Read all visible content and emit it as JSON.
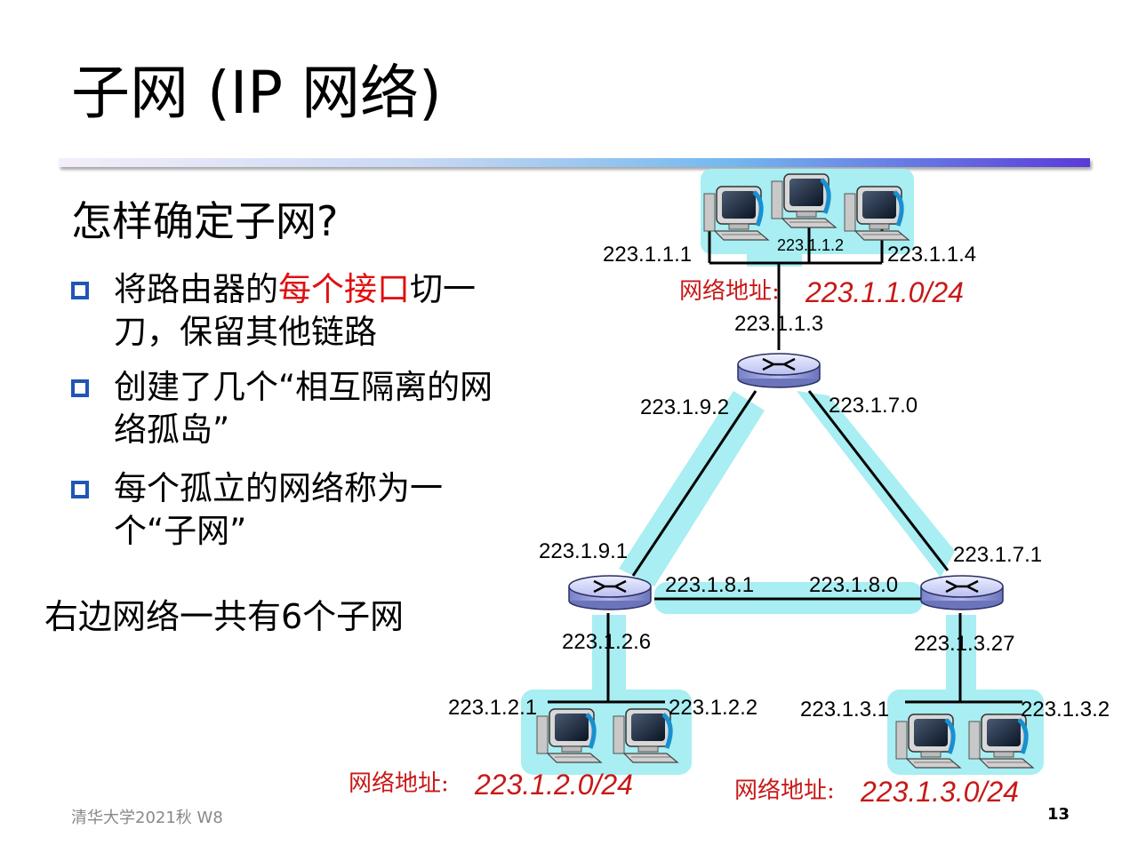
{
  "title": "子网 (IP 网络)",
  "question": "怎样确定子网?",
  "bullets": [
    {
      "before": "将路由器的",
      "highlight": "每个接口",
      "after": "切一刀，保留其他链路"
    },
    {
      "text": "创建了几个“相互隔离的网络孤岛”"
    },
    {
      "text": "每个孤立的网络称为一个“子网”"
    }
  ],
  "summary": "右边网络一共有6个子网",
  "footer": "清华大学2021秋 W8",
  "page_number": "13",
  "colors": {
    "highlight": "#e01010",
    "bullet": "#1f56b4",
    "subnet_halo": "#a8eef2",
    "network_address": "#c81818"
  },
  "diagram": {
    "top_lan": {
      "hosts": [
        "223.1.1.1",
        "223.1.1.2",
        "223.1.1.4"
      ],
      "router_interface": "223.1.1.3",
      "network_label": "网络地址:",
      "network_address": "223.1.1.0/24"
    },
    "top_router_links": {
      "left": "223.1.9.2",
      "right": "223.1.7.0"
    },
    "left_router": {
      "upper": "223.1.9.1",
      "right": "223.1.8.1",
      "lower": "223.1.2.6"
    },
    "right_router": {
      "upper": "223.1.7.1",
      "left": "223.1.8.0",
      "lower": "223.1.3.27"
    },
    "left_lan": {
      "hosts": [
        "223.1.2.1",
        "223.1.2.2"
      ],
      "network_label": "网络地址:",
      "network_address": "223.1.2.0/24"
    },
    "right_lan": {
      "hosts": [
        "223.1.3.1",
        "223.1.3.2"
      ],
      "network_label": "网络地址:",
      "network_address": "223.1.3.0/24"
    },
    "icons": {
      "router": "router-icon",
      "host": "desktop-computer-icon"
    }
  }
}
